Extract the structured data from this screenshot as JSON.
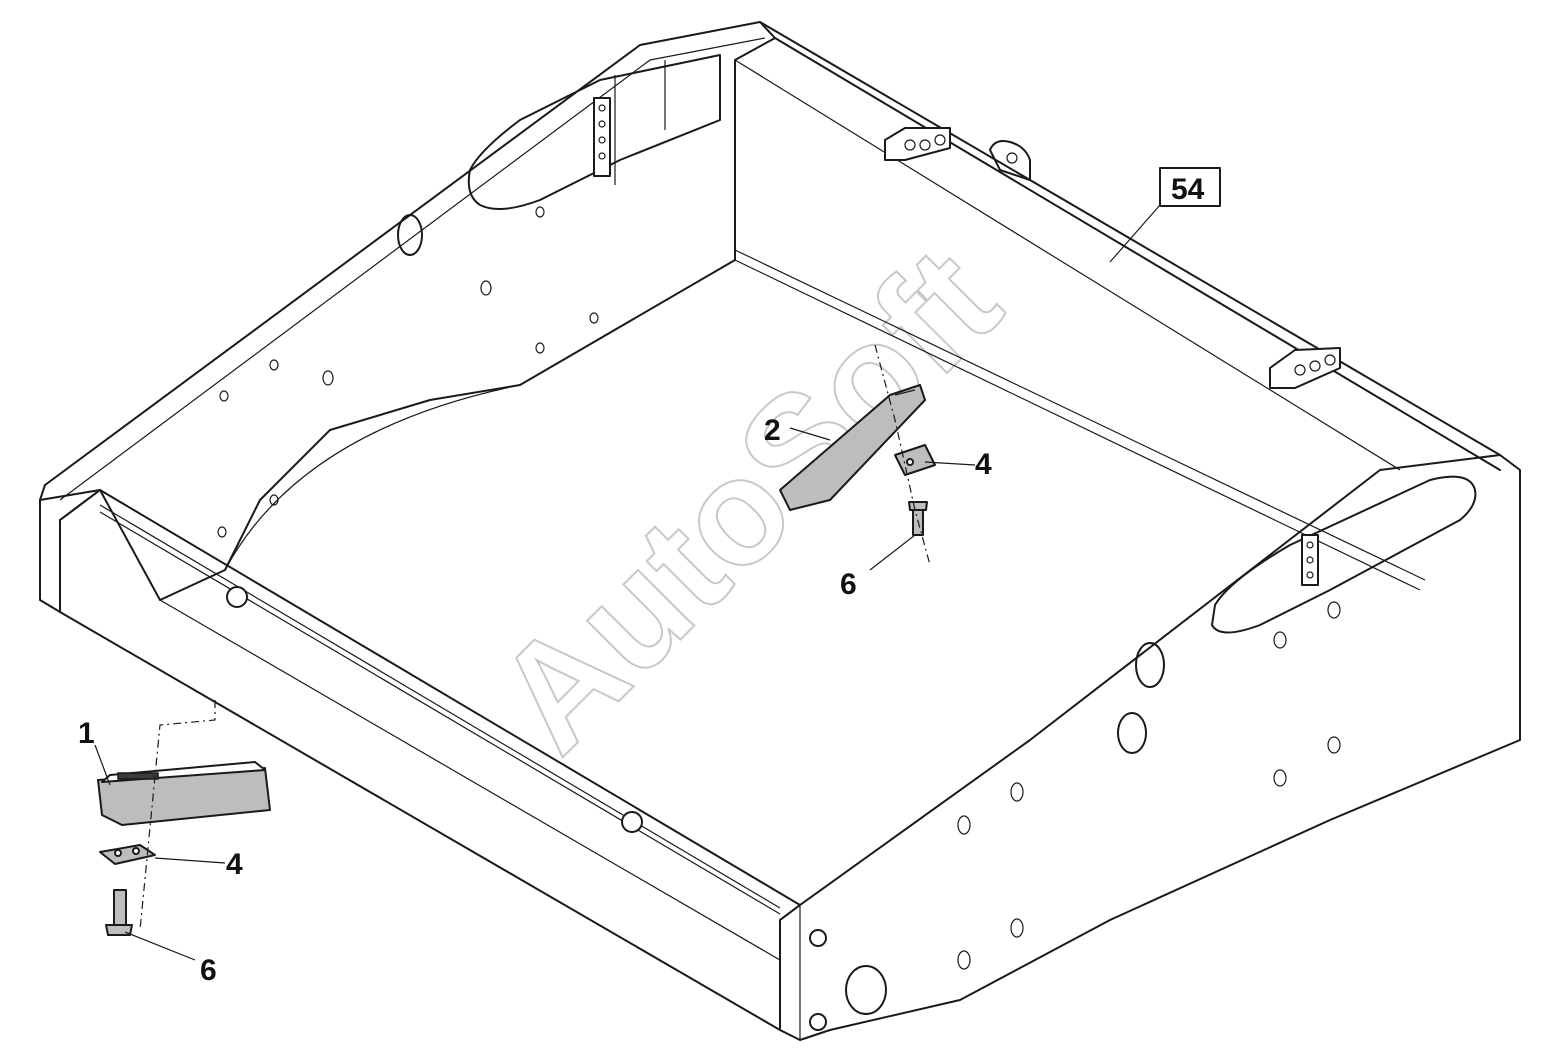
{
  "diagram": {
    "watermark": "AutoSoft",
    "assembly_label": "54",
    "callouts": [
      {
        "id": "c1",
        "text": "1"
      },
      {
        "id": "c2",
        "text": "2"
      },
      {
        "id": "c4a",
        "text": "4"
      },
      {
        "id": "c4b",
        "text": "4"
      },
      {
        "id": "c6a",
        "text": "6"
      },
      {
        "id": "c6b",
        "text": "6"
      }
    ]
  }
}
